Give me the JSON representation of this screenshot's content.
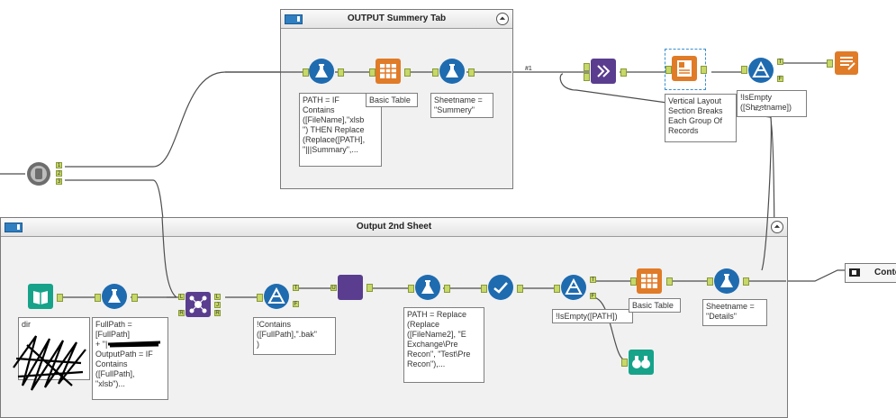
{
  "containers": {
    "summary": {
      "title": "OUTPUT Summery Tab",
      "collapse_glyph": "⏶"
    },
    "second": {
      "title": "Output 2nd Sheet",
      "collapse_glyph": "⏶"
    }
  },
  "annotations": {
    "formula_path": "PATH = IF\nContains\n([FileName],\"xlsb\n\") THEN Replace\n(Replace([PATH],\n\"|||Summary\",...",
    "basic_table_top": "Basic Table",
    "sheetname_summary": "Sheetname =\n\"Summery\"",
    "vertical_layout": "Vertical Layout\nSection Breaks\nEach Group Of\nRecords",
    "isempty_top": "!IsEmpty\n([Sheetname])",
    "dir": "dir",
    "fullpath": "FullPath =\n[FullPath]\n+ \"|\nOutputPath = IF\nContains\n([FullPath],\n\"xlsb\")...",
    "contains_bak": "!Contains\n([FullPath],\".bak\"\n)",
    "path_replace": "PATH = Replace\n(Replace\n([FileName2], \"E\nExchange\\Pre\nRecon\", \"Test\\Pre\nRecon\"),...",
    "isempty_path": "!IsEmpty([PATH])",
    "basic_table_bottom": "Basic Table",
    "sheetname_details": "Sheetname =\n\"Details\""
  },
  "connection_labels": {
    "c1": "#1",
    "c2": "#2"
  },
  "anchors": {
    "one": "1",
    "two": "2",
    "three": "3",
    "t": "T",
    "f": "F",
    "u": "U",
    "l": "L",
    "j": "J",
    "r": "R"
  },
  "external": {
    "cont_label": "Conte"
  },
  "colors": {
    "formula_blue": "#1f6bb0",
    "layout_orange": "#e07b28",
    "filter_blue": "#1f6bb0",
    "purple": "#5a3d8f",
    "teal": "#16a38a",
    "connector": "#4d4d4d",
    "anchor_green": "#c7d86a"
  }
}
